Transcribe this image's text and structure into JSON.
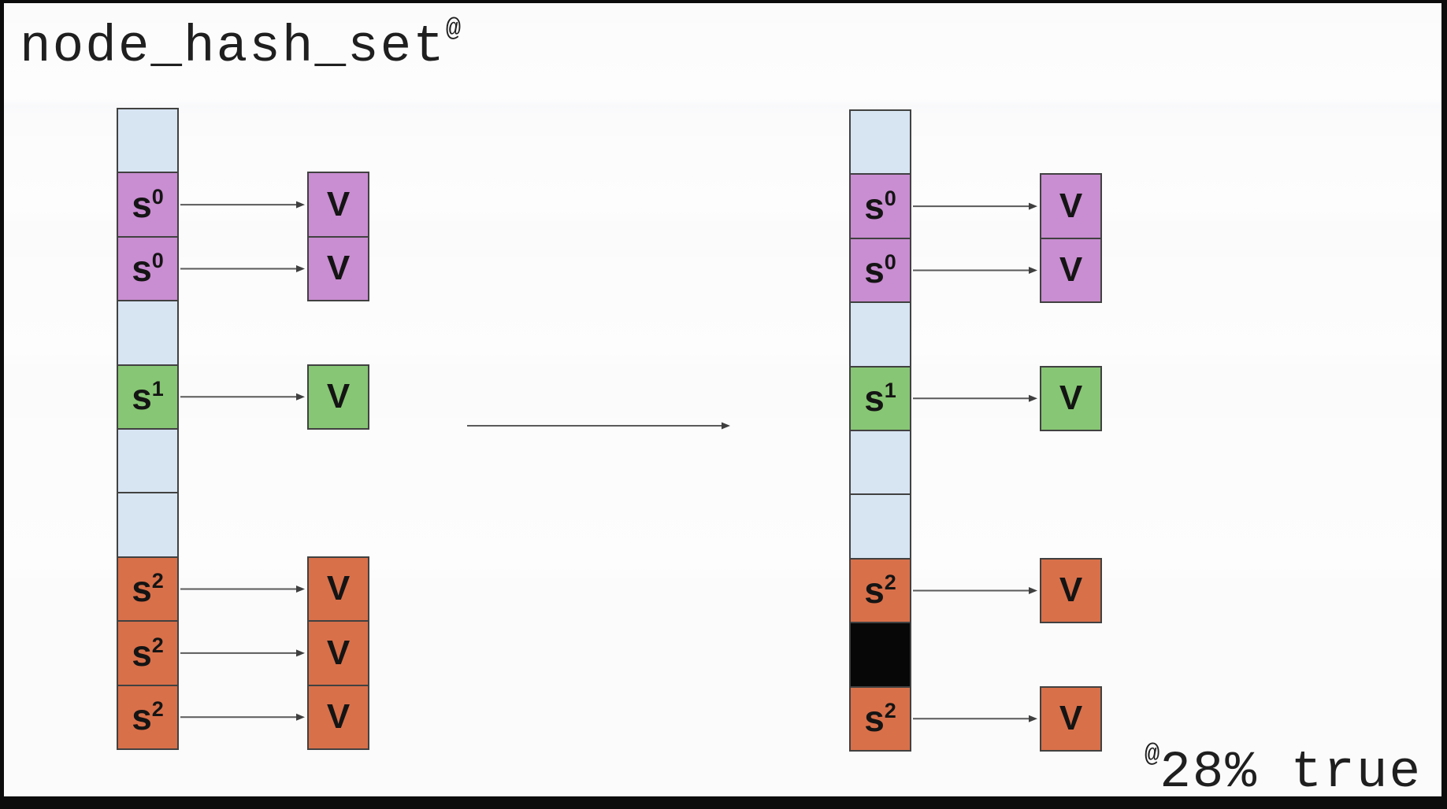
{
  "title": {
    "text": "node_hash_set",
    "superscript": "@"
  },
  "annotation": {
    "superscript": "@",
    "text": "28% true"
  },
  "value_label": "V",
  "colors": {
    "background": "#fbfbfc",
    "frame": "#0c0c0c",
    "border": "#414141",
    "arrow": "#5a5a5a",
    "label": "#141414",
    "empty": "#d7e4f2",
    "s0": "#c98dd1",
    "s1": "#87c674",
    "s2": "#d8704a",
    "tombstone": "#070707"
  },
  "diagrams": [
    {
      "name": "before",
      "cells": [
        {
          "type": "empty"
        },
        {
          "type": "s0",
          "base": "s",
          "sup": "0",
          "has_value": true
        },
        {
          "type": "s0",
          "base": "s",
          "sup": "0",
          "has_value": true
        },
        {
          "type": "empty"
        },
        {
          "type": "s1",
          "base": "s",
          "sup": "1",
          "has_value": true
        },
        {
          "type": "empty"
        },
        {
          "type": "empty"
        },
        {
          "type": "s2",
          "base": "s",
          "sup": "2",
          "has_value": true
        },
        {
          "type": "s2",
          "base": "s",
          "sup": "2",
          "has_value": true
        },
        {
          "type": "s2",
          "base": "s",
          "sup": "2",
          "has_value": true
        }
      ]
    },
    {
      "name": "after",
      "cells": [
        {
          "type": "empty"
        },
        {
          "type": "s0",
          "base": "s",
          "sup": "0",
          "has_value": true
        },
        {
          "type": "s0",
          "base": "s",
          "sup": "0",
          "has_value": true
        },
        {
          "type": "empty"
        },
        {
          "type": "s1",
          "base": "s",
          "sup": "1",
          "has_value": true
        },
        {
          "type": "empty"
        },
        {
          "type": "empty"
        },
        {
          "type": "s2",
          "base": "s",
          "sup": "2",
          "has_value": true
        },
        {
          "type": "tombstone"
        },
        {
          "type": "s2",
          "base": "s",
          "sup": "2",
          "has_value": true
        }
      ]
    }
  ]
}
